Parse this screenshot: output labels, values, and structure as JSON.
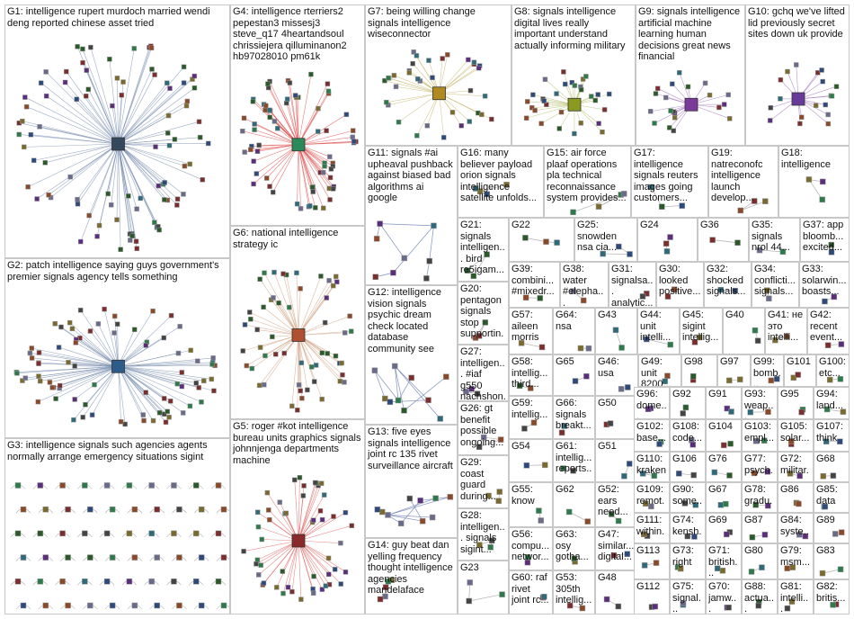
{
  "title": "",
  "colors": {
    "border": "#c8c8c8",
    "text": "#111111"
  },
  "groups": [
    {
      "id": "G1",
      "label": "G1: intelligence rupert murdoch married wendi deng reported chinese asset tried",
      "edge": "#7a8fb0",
      "node": "#34495e",
      "layout": "radial",
      "n": 90
    },
    {
      "id": "G2",
      "label": "G2: patch intelligence saying guys government's premier signals agency tells something",
      "edge": "#7a8fb0",
      "node": "#2e5c8a",
      "layout": "radial",
      "n": 80
    },
    {
      "id": "G3",
      "label": "G3: intelligence signals such agencies agents normally arrange emergency situations sigint",
      "edge": "#b0b0b0",
      "node": "#3d6b3d",
      "layout": "grid",
      "n": 60
    },
    {
      "id": "G4",
      "label": "G4: intelligence rterriers2 pepestan3 missesj3 steve_q17 4heartandsoul chrissiejera qilluminanon2 hb97028010 pm61k",
      "edge": "#e05050",
      "node": "#2a8a5a",
      "layout": "radial",
      "n": 70
    },
    {
      "id": "G5",
      "label": "G5: roger #kot intelligence bureau units graphics signals johnnjenga departments machine",
      "edge": "#e06060",
      "node": "#8a2a2a",
      "layout": "radial",
      "n": 50
    },
    {
      "id": "G6",
      "label": "G6: national intelligence strategy ic",
      "edge": "#d0a080",
      "node": "#b05030",
      "layout": "radial",
      "n": 55
    },
    {
      "id": "G7",
      "label": "G7: being willing change signals intelligence wiseconnector",
      "edge": "#c8b870",
      "node": "#b08a20",
      "layout": "radial",
      "n": 35
    },
    {
      "id": "G8",
      "label": "G8: signals intelligence digital lives really important understand actually informing military",
      "edge": "#b8c070",
      "node": "#8a9a20",
      "layout": "radial",
      "n": 30
    },
    {
      "id": "G9",
      "label": "G9: signals intelligence artificial machine learning human decisions great news financial",
      "edge": "#a070c0",
      "node": "#7a3a9a",
      "layout": "radial",
      "n": 20
    },
    {
      "id": "G10",
      "label": "G10: gchq we've lifted lid previously secret sites down uk provide",
      "edge": "#a070c0",
      "node": "#6a3a9a",
      "layout": "radial",
      "n": 18
    },
    {
      "id": "G11",
      "label": "G11: signals #ai upheaval pushback against biased bad algorithms ai google",
      "edge": "#8090c0",
      "node": "#3a4a8a",
      "layout": "tree",
      "n": 8
    },
    {
      "id": "G12",
      "label": "G12: intelligence vision signals psychic dream check located database community see",
      "edge": "#8090c0",
      "node": "#2a5a8a",
      "layout": "tree",
      "n": 10
    },
    {
      "id": "G13",
      "label": "G13: five eyes signals intelligence joint rc 135 rivet surveillance aircraft",
      "edge": "#8090c0",
      "node": "#3a3a8a",
      "layout": "tree",
      "n": 10
    },
    {
      "id": "G14",
      "label": "G14: guy beat dan yelling frequency thought intelligence agencies mandelaface",
      "edge": "#b0b0b0",
      "node": "#6a6a6a",
      "layout": "tree",
      "n": 5
    },
    {
      "id": "G15",
      "label": "G15: air force plaaf operations pla technical reconnaissance system provides...",
      "edge": "#b0b0b0",
      "node": "#5a5a5a",
      "layout": "tree",
      "n": 4
    },
    {
      "id": "G16",
      "label": "G16: many believer payload orion signals intelligence satellite unfolds...",
      "edge": "#b0b0b0",
      "node": "#5a5a5a",
      "layout": "tree",
      "n": 4
    },
    {
      "id": "G17",
      "label": "G17: intelligence signals reuters images going customers...",
      "edge": "#b0b0b0",
      "node": "#4a6a8a",
      "layout": "tree",
      "n": 3
    },
    {
      "id": "G18",
      "label": "G18: intelligence",
      "edge": "#b0b0b0",
      "node": "#8a5a2a",
      "layout": "tree",
      "n": 3
    },
    {
      "id": "G19",
      "label": "G19: natreconofc intelligence launch develop...",
      "edge": "#b0b0b0",
      "node": "#4a4a4a",
      "layout": "tree",
      "n": 3
    },
    {
      "id": "G20",
      "label": "G20: pentagon signals stop supportin...",
      "edge": "#b0b0b0",
      "node": "#4a4a4a",
      "layout": "tree",
      "n": 3
    },
    {
      "id": "G21",
      "label": "G21: signals intelligen... bird re5igam...",
      "edge": "#b0b0b0",
      "node": "#4a4a4a",
      "layout": "tree",
      "n": 3
    },
    {
      "id": "G22",
      "label": "G22",
      "edge": "#b0b0b0",
      "node": "#4a4a4a",
      "layout": "tree",
      "n": 3
    },
    {
      "id": "G23",
      "label": "G23",
      "edge": "#b0b0b0",
      "node": "#4a4a4a",
      "layout": "tree",
      "n": 3
    },
    {
      "id": "G24",
      "label": "G24",
      "edge": "#b0b0b0",
      "node": "#4a4a4a",
      "layout": "tree",
      "n": 3
    },
    {
      "id": "G25",
      "label": "G25: snowden nsa cia...",
      "edge": "#b0b0b0",
      "node": "#4a4a4a",
      "layout": "tree",
      "n": 3
    },
    {
      "id": "G26",
      "label": "G26: gt benefit possible ongoing...",
      "edge": "#b0b0b0",
      "node": "#4a4a4a",
      "layout": "tree",
      "n": 3
    },
    {
      "id": "G27",
      "label": "G27: intelligen... #iaf g550 nachshon...",
      "edge": "#b0b0b0",
      "node": "#4a4a4a",
      "layout": "tree",
      "n": 3
    },
    {
      "id": "G28",
      "label": "G28: intelligen... signals sigint...",
      "edge": "#b0b0b0",
      "node": "#4a4a4a",
      "layout": "tree",
      "n": 3
    },
    {
      "id": "G29",
      "label": "G29: coast guard during...",
      "edge": "#b0b0b0",
      "node": "#4a4a4a",
      "layout": "tree",
      "n": 3
    },
    {
      "id": "G30",
      "label": "G30: looked positive...",
      "edge": "#b0b0b0",
      "node": "#4a4a4a",
      "layout": "tree",
      "n": 2
    },
    {
      "id": "G31",
      "label": "G31: signalsa... analytic...",
      "edge": "#b0b0b0",
      "node": "#4a4a4a",
      "layout": "tree",
      "n": 2
    },
    {
      "id": "G32",
      "label": "G32: shocked signals...",
      "edge": "#b0b0b0",
      "node": "#4a4a4a",
      "layout": "tree",
      "n": 2
    },
    {
      "id": "G33",
      "label": "G33: solarwin... boasts...",
      "edge": "#b0b0b0",
      "node": "#4a4a4a",
      "layout": "tree",
      "n": 2
    },
    {
      "id": "G34",
      "label": "G34: conflicti... signals...",
      "edge": "#b0b0b0",
      "node": "#4a4a4a",
      "layout": "tree",
      "n": 2
    },
    {
      "id": "G35",
      "label": "G35: signals nrol 44...",
      "edge": "#b0b0b0",
      "node": "#4a4a4a",
      "layout": "tree",
      "n": 2
    },
    {
      "id": "G36",
      "label": "G36",
      "edge": "#b0b0b0",
      "node": "#4a4a4a",
      "layout": "tree",
      "n": 2
    },
    {
      "id": "G37",
      "label": "G37: app bloomb... excited...",
      "edge": "#b0b0b0",
      "node": "#4a4a4a",
      "layout": "tree",
      "n": 2
    },
    {
      "id": "G38",
      "label": "G38: water #elepha...",
      "edge": "#b0b0b0",
      "node": "#4a4a4a",
      "layout": "tree",
      "n": 2
    },
    {
      "id": "G39",
      "label": "G39: combini... #mixedr...",
      "edge": "#b0b0b0",
      "node": "#4a4a4a",
      "layout": "tree",
      "n": 2
    },
    {
      "id": "G40",
      "label": "G40",
      "edge": "#b0b0b0",
      "node": "#4a4a4a",
      "layout": "tree",
      "n": 2
    },
    {
      "id": "G41",
      "label": "G41: не это intelli...",
      "edge": "#b0b0b0",
      "node": "#4a4a4a",
      "layout": "tree",
      "n": 2
    },
    {
      "id": "G42",
      "label": "G42: recent event...",
      "edge": "#b0b0b0",
      "node": "#4a4a4a",
      "layout": "tree",
      "n": 2
    },
    {
      "id": "G43",
      "label": "G43",
      "edge": "#b0b0b0",
      "node": "#4a4a4a",
      "layout": "tree",
      "n": 2
    },
    {
      "id": "G44",
      "label": "G44: unit intelli...",
      "edge": "#b0b0b0",
      "node": "#4a4a4a",
      "layout": "tree",
      "n": 2
    },
    {
      "id": "G45",
      "label": "G45: sigint intellig...",
      "edge": "#b0b0b0",
      "node": "#4a4a4a",
      "layout": "tree",
      "n": 2
    },
    {
      "id": "G46",
      "label": "G46: usa",
      "edge": "#b0b0b0",
      "node": "#4a4a4a",
      "layout": "tree",
      "n": 2
    },
    {
      "id": "G47",
      "label": "G47: similar... digital...",
      "edge": "#b0b0b0",
      "node": "#4a4a4a",
      "layout": "tree",
      "n": 2
    },
    {
      "id": "G48",
      "label": "G48",
      "edge": "#b0b0b0",
      "node": "#4a4a4a",
      "layout": "tree",
      "n": 2
    },
    {
      "id": "G49",
      "label": "G49: unit 8200...",
      "edge": "#b0b0b0",
      "node": "#4a4a4a",
      "layout": "tree",
      "n": 2
    },
    {
      "id": "G50",
      "label": "G50",
      "edge": "#b0b0b0",
      "node": "#4a4a4a",
      "layout": "tree",
      "n": 2
    },
    {
      "id": "G51",
      "label": "G51",
      "edge": "#b0b0b0",
      "node": "#4a4a4a",
      "layout": "tree",
      "n": 2
    },
    {
      "id": "G52",
      "label": "G52: ears need...",
      "edge": "#b0b0b0",
      "node": "#4a4a4a",
      "layout": "tree",
      "n": 2
    },
    {
      "id": "G53",
      "label": "G53: 305th intellig...",
      "edge": "#b0b0b0",
      "node": "#4a4a4a",
      "layout": "tree",
      "n": 2
    },
    {
      "id": "G54",
      "label": "G54",
      "edge": "#b0b0b0",
      "node": "#4a4a4a",
      "layout": "tree",
      "n": 2
    },
    {
      "id": "G55",
      "label": "G55: know",
      "edge": "#b0b0b0",
      "node": "#4a4a4a",
      "layout": "tree",
      "n": 2
    },
    {
      "id": "G56",
      "label": "G56: compu... networ...",
      "edge": "#b0b0b0",
      "node": "#4a4a4a",
      "layout": "tree",
      "n": 2
    },
    {
      "id": "G57",
      "label": "G57: aileen morris",
      "edge": "#b0b0b0",
      "node": "#4a4a4a",
      "layout": "tree",
      "n": 2
    },
    {
      "id": "G58",
      "label": "G58: intellig... third...",
      "edge": "#b0b0b0",
      "node": "#4a4a4a",
      "layout": "tree",
      "n": 2
    },
    {
      "id": "G59",
      "label": "G59: intellig...",
      "edge": "#b0b0b0",
      "node": "#4a4a4a",
      "layout": "tree",
      "n": 2
    },
    {
      "id": "G60",
      "label": "G60: raf rivet joint rc...",
      "edge": "#b0b0b0",
      "node": "#4a4a4a",
      "layout": "tree",
      "n": 2
    },
    {
      "id": "G61",
      "label": "G61: intellig... reports...",
      "edge": "#b0b0b0",
      "node": "#4a4a4a",
      "layout": "tree",
      "n": 2
    },
    {
      "id": "G62",
      "label": "G62",
      "edge": "#b0b0b0",
      "node": "#4a4a4a",
      "layout": "tree",
      "n": 2
    },
    {
      "id": "G63",
      "label": "G63: osy gotha...",
      "edge": "#b0b0b0",
      "node": "#4a4a4a",
      "layout": "tree",
      "n": 2
    },
    {
      "id": "G64",
      "label": "G64: nsa",
      "edge": "#b0b0b0",
      "node": "#4a4a4a",
      "layout": "tree",
      "n": 2
    },
    {
      "id": "G65",
      "label": "G65",
      "edge": "#b0b0b0",
      "node": "#4a4a4a",
      "layout": "tree",
      "n": 2
    },
    {
      "id": "G66",
      "label": "G66: signals breakt...",
      "edge": "#b0b0b0",
      "node": "#4a4a4a",
      "layout": "tree",
      "n": 2
    },
    {
      "id": "G67",
      "label": "G67",
      "edge": "#b0b0b0",
      "node": "#4a4a4a",
      "layout": "tree",
      "n": 2
    },
    {
      "id": "G68",
      "label": "G68",
      "edge": "#b0b0b0",
      "node": "#4a4a4a",
      "layout": "tree",
      "n": 2
    },
    {
      "id": "G69",
      "label": "G69",
      "edge": "#b0b0b0",
      "node": "#4a4a4a",
      "layout": "tree",
      "n": 2
    },
    {
      "id": "G70",
      "label": "G70: jamw...",
      "edge": "#b0b0b0",
      "node": "#4a4a4a",
      "layout": "tree",
      "n": 2
    },
    {
      "id": "G71",
      "label": "G71: british...",
      "edge": "#b0b0b0",
      "node": "#4a4a4a",
      "layout": "tree",
      "n": 2
    },
    {
      "id": "G72",
      "label": "G72: militar...",
      "edge": "#b0b0b0",
      "node": "#4a4a4a",
      "layout": "tree",
      "n": 2
    },
    {
      "id": "G73",
      "label": "G73: right",
      "edge": "#b0b0b0",
      "node": "#4a4a4a",
      "layout": "tree",
      "n": 2
    },
    {
      "id": "G74",
      "label": "G74: kensh...",
      "edge": "#b0b0b0",
      "node": "#4a4a4a",
      "layout": "tree",
      "n": 2
    },
    {
      "id": "G75",
      "label": "G75: signal...",
      "edge": "#b0b0b0",
      "node": "#4a4a4a",
      "layout": "tree",
      "n": 2
    },
    {
      "id": "G76",
      "label": "G76",
      "edge": "#b0b0b0",
      "node": "#4a4a4a",
      "layout": "tree",
      "n": 2
    },
    {
      "id": "G77",
      "label": "G77: psych...",
      "edge": "#b0b0b0",
      "node": "#4a4a4a",
      "layout": "tree",
      "n": 2
    },
    {
      "id": "G78",
      "label": "G78: gradu...",
      "edge": "#b0b0b0",
      "node": "#4a4a4a",
      "layout": "tree",
      "n": 2
    },
    {
      "id": "G79",
      "label": "G79: msm...",
      "edge": "#b0b0b0",
      "node": "#4a4a4a",
      "layout": "tree",
      "n": 2
    },
    {
      "id": "G80",
      "label": "G80",
      "edge": "#b0b0b0",
      "node": "#4a4a4a",
      "layout": "tree",
      "n": 2
    },
    {
      "id": "G81",
      "label": "G81: intelli...",
      "edge": "#b0b0b0",
      "node": "#4a4a4a",
      "layout": "tree",
      "n": 2
    },
    {
      "id": "G82",
      "label": "G82: britis...",
      "edge": "#b0b0b0",
      "node": "#4a4a4a",
      "layout": "tree",
      "n": 2
    },
    {
      "id": "G83",
      "label": "G83",
      "edge": "#b0b0b0",
      "node": "#4a4a4a",
      "layout": "tree",
      "n": 2
    },
    {
      "id": "G84",
      "label": "G84: syste...",
      "edge": "#b0b0b0",
      "node": "#4a4a4a",
      "layout": "tree",
      "n": 2
    },
    {
      "id": "G85",
      "label": "G85: data",
      "edge": "#b0b0b0",
      "node": "#4a4a4a",
      "layout": "tree",
      "n": 2
    },
    {
      "id": "G86",
      "label": "G86",
      "edge": "#b0b0b0",
      "node": "#4a4a4a",
      "layout": "tree",
      "n": 2
    },
    {
      "id": "G87",
      "label": "G87",
      "edge": "#b0b0b0",
      "node": "#4a4a4a",
      "layout": "tree",
      "n": 2
    },
    {
      "id": "G88",
      "label": "G88: actua...",
      "edge": "#b0b0b0",
      "node": "#4a4a4a",
      "layout": "tree",
      "n": 2
    },
    {
      "id": "G89",
      "label": "G89",
      "edge": "#b0b0b0",
      "node": "#4a4a4a",
      "layout": "tree",
      "n": 2
    },
    {
      "id": "G90",
      "label": "G90: some...",
      "edge": "#b0b0b0",
      "node": "#4a4a4a",
      "layout": "tree",
      "n": 2
    },
    {
      "id": "G91",
      "label": "G91",
      "edge": "#b0b0b0",
      "node": "#4a4a4a",
      "layout": "tree",
      "n": 2
    },
    {
      "id": "G92",
      "label": "G92",
      "edge": "#b0b0b0",
      "node": "#4a4a4a",
      "layout": "tree",
      "n": 2
    },
    {
      "id": "G93",
      "label": "G93: weap...",
      "edge": "#b0b0b0",
      "node": "#4a4a4a",
      "layout": "tree",
      "n": 2
    },
    {
      "id": "G94",
      "label": "G94: land...",
      "edge": "#b0b0b0",
      "node": "#4a4a4a",
      "layout": "tree",
      "n": 2
    },
    {
      "id": "G95",
      "label": "G95",
      "edge": "#b0b0b0",
      "node": "#4a4a4a",
      "layout": "tree",
      "n": 2
    },
    {
      "id": "G96",
      "label": "G96: dome...",
      "edge": "#b0b0b0",
      "node": "#4a4a4a",
      "layout": "tree",
      "n": 2
    },
    {
      "id": "G97",
      "label": "G97",
      "edge": "#b0b0b0",
      "node": "#4a4a4a",
      "layout": "tree",
      "n": 2
    },
    {
      "id": "G98",
      "label": "G98",
      "edge": "#b0b0b0",
      "node": "#4a4a4a",
      "layout": "tree",
      "n": 2
    },
    {
      "id": "G99",
      "label": "G99: bomb...",
      "edge": "#b0b0b0",
      "node": "#4a4a4a",
      "layout": "tree",
      "n": 2
    },
    {
      "id": "G100",
      "label": "G100: etc...",
      "edge": "#b0b0b0",
      "node": "#4a4a4a",
      "layout": "tree",
      "n": 2
    },
    {
      "id": "G101",
      "label": "G101",
      "edge": "#b0b0b0",
      "node": "#4a4a4a",
      "layout": "tree",
      "n": 2
    },
    {
      "id": "G102",
      "label": "G102: base...",
      "edge": "#b0b0b0",
      "node": "#4a4a4a",
      "layout": "tree",
      "n": 2
    },
    {
      "id": "G103",
      "label": "G103: empl...",
      "edge": "#b0b0b0",
      "node": "#4a4a4a",
      "layout": "tree",
      "n": 2
    },
    {
      "id": "G104",
      "label": "G104",
      "edge": "#b0b0b0",
      "node": "#4a4a4a",
      "layout": "tree",
      "n": 2
    },
    {
      "id": "G105",
      "label": "G105: solar...",
      "edge": "#b0b0b0",
      "node": "#4a4a4a",
      "layout": "tree",
      "n": 2
    },
    {
      "id": "G106",
      "label": "G106",
      "edge": "#b0b0b0",
      "node": "#4a4a4a",
      "layout": "tree",
      "n": 2
    },
    {
      "id": "G107",
      "label": "G107: think",
      "edge": "#b0b0b0",
      "node": "#4a4a4a",
      "layout": "tree",
      "n": 2
    },
    {
      "id": "G108",
      "label": "G108: code...",
      "edge": "#b0b0b0",
      "node": "#4a4a4a",
      "layout": "tree",
      "n": 2
    },
    {
      "id": "G109",
      "label": "G109: remot...",
      "edge": "#b0b0b0",
      "node": "#4a4a4a",
      "layout": "tree",
      "n": 2
    },
    {
      "id": "G110",
      "label": "G110: kraken",
      "edge": "#b0b0b0",
      "node": "#4a4a4a",
      "layout": "tree",
      "n": 2
    },
    {
      "id": "G111",
      "label": "G111: within...",
      "edge": "#b0b0b0",
      "node": "#4a4a4a",
      "layout": "tree",
      "n": 2
    },
    {
      "id": "G112",
      "label": "G112",
      "edge": "#b0b0b0",
      "node": "#4a4a4a",
      "layout": "tree",
      "n": 2
    },
    {
      "id": "G113",
      "label": "G113",
      "edge": "#b0b0b0",
      "node": "#4a4a4a",
      "layout": "tree",
      "n": 2
    }
  ]
}
